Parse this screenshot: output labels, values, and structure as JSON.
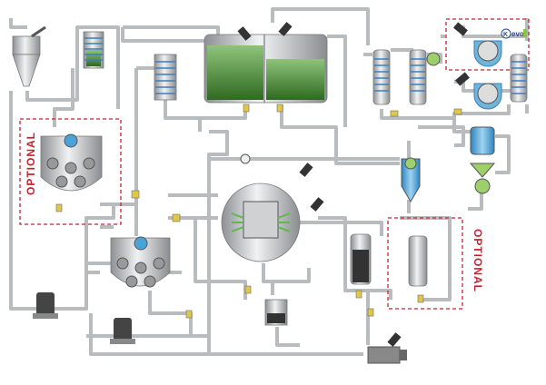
{
  "optional_labels": [
    "OPTIONAL",
    "OPTIONAL"
  ],
  "logo": {
    "mark": "K",
    "text": "evo"
  },
  "colors": {
    "pipe": "#b9bcbf",
    "optional_box": "#c8202f",
    "tank_liquid": "#4e8a3a",
    "coil": "#3a7fc0",
    "vessel_blue": "#4aa3d8"
  }
}
